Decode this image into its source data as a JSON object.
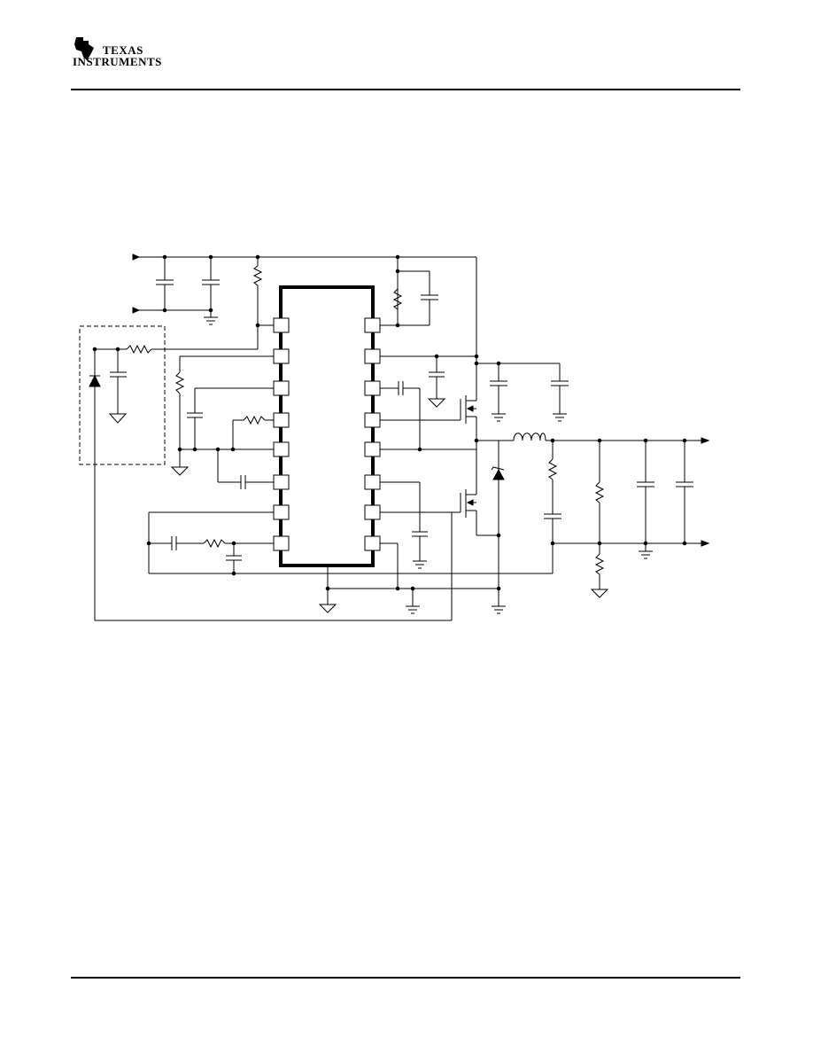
{
  "header": {
    "logo_line1": "Texas",
    "logo_line2": "Instruments",
    "logo_colors": {
      "ink": "#000000"
    }
  },
  "diagram": {
    "type": "schematic",
    "colors": {
      "wire": "#000000",
      "background": "#ffffff"
    },
    "ic_pins_per_side": 8
  }
}
